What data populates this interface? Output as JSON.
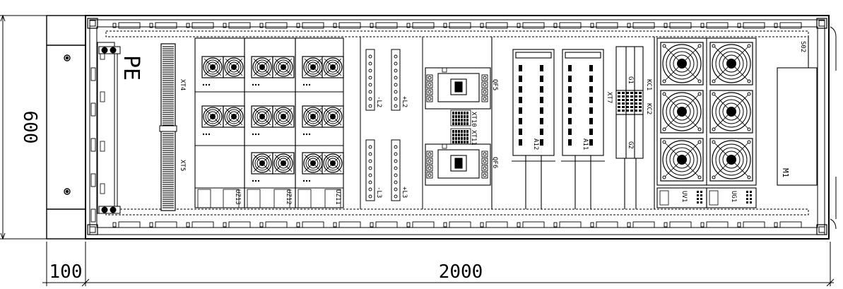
{
  "dimensions": {
    "height": "600",
    "side_width": "100",
    "main_width": "2000"
  },
  "labels": {
    "pe": "PE",
    "xt4": "XT4",
    "xt5": "XT5",
    "uz13": "UZ13",
    "uz12": "UZ12",
    "uz11": "UZ11",
    "l2_left": "-L2",
    "l2_right": "+L2",
    "l3_left": "-L3",
    "l3_right": "+L3",
    "qf5": "QF5",
    "qf6": "QF6",
    "xt10": "XT10",
    "xt11": "XT11",
    "a12": "A12",
    "a11": "A11",
    "xt7": "XT7",
    "g1": "G1",
    "g2": "G2",
    "kc1": "KC1",
    "kc2": "KC2",
    "s02": "S02",
    "uv1": "UV1",
    "ug1": "UG1",
    "m1": "M1"
  }
}
